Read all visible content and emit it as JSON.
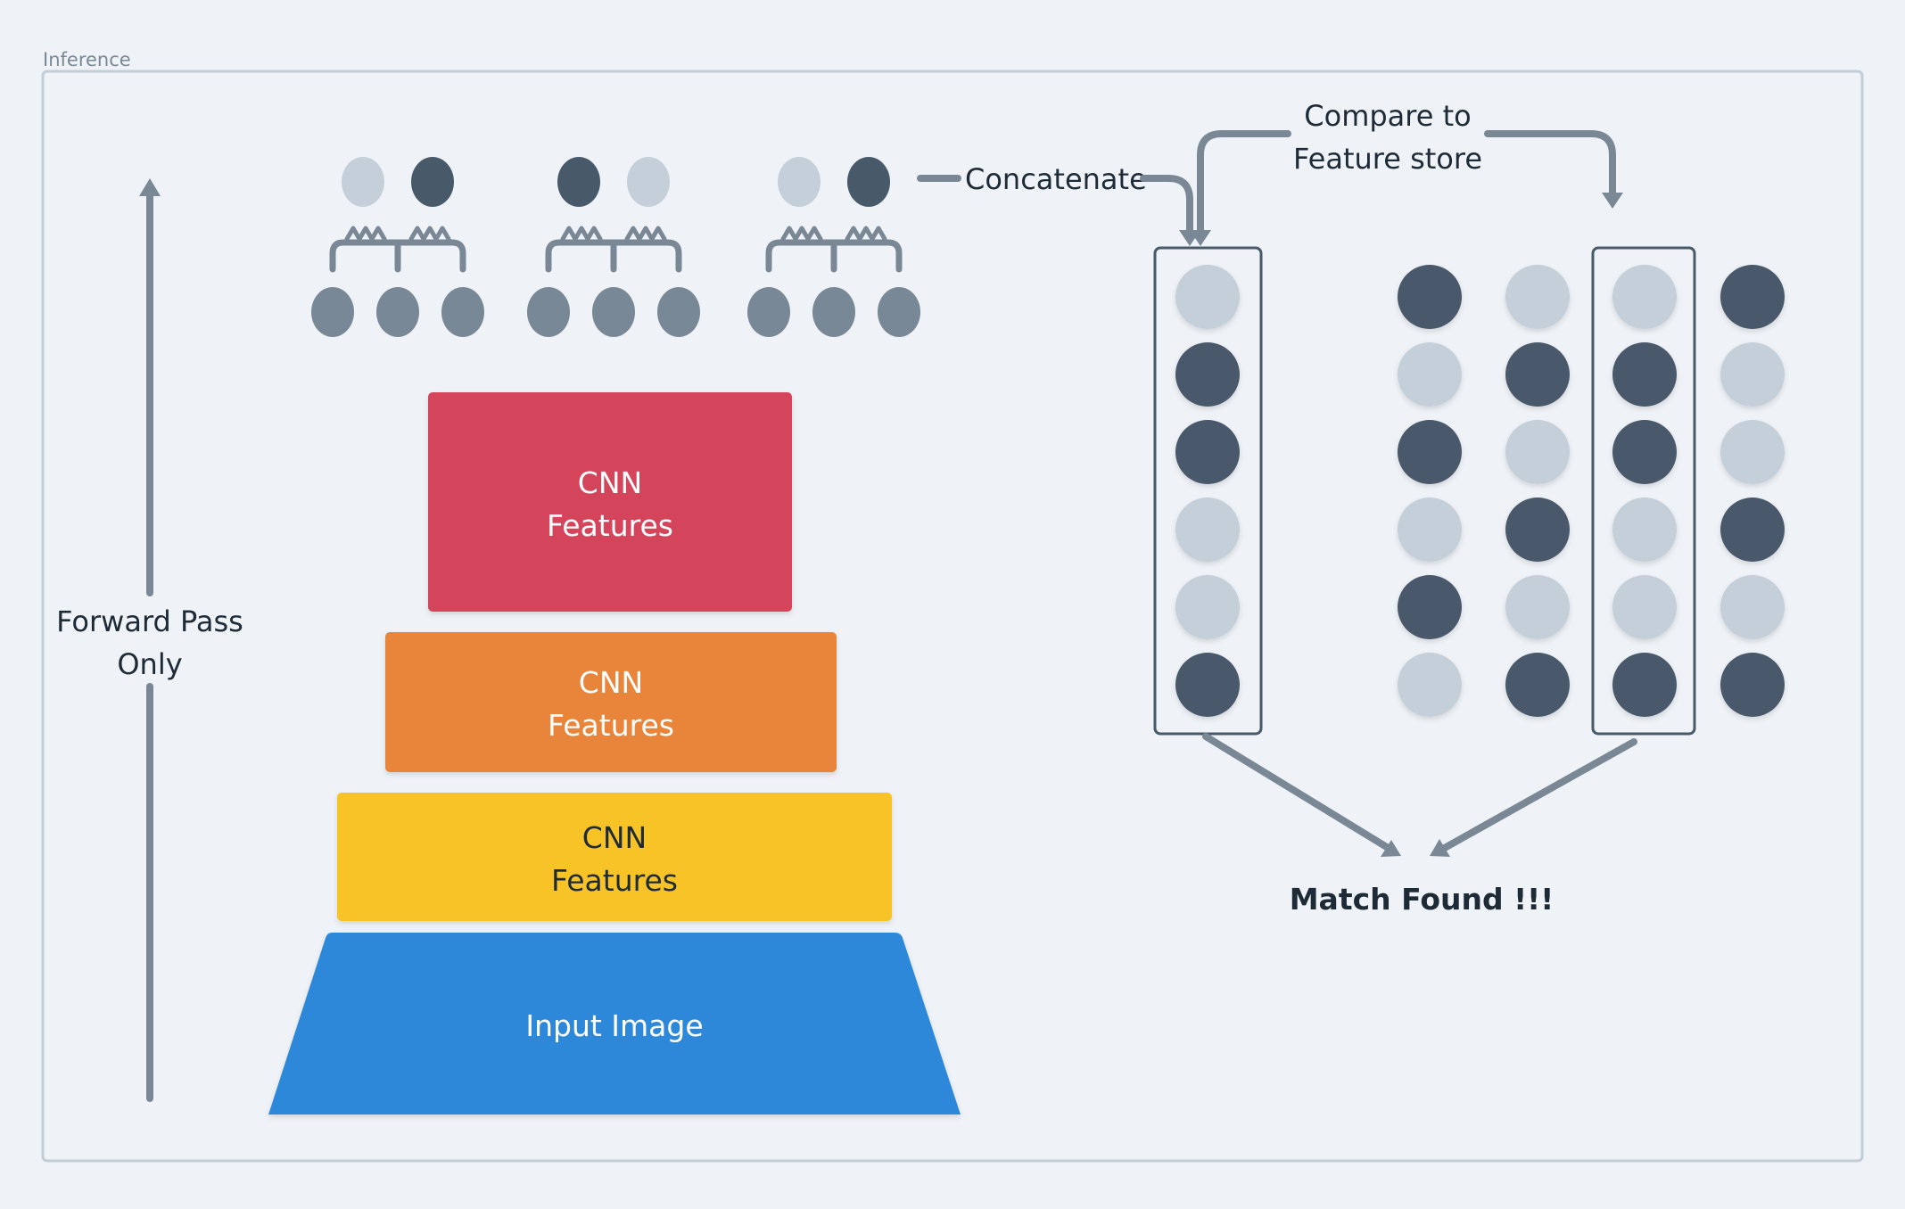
{
  "frame": {
    "label": "Inference"
  },
  "forward_pass": {
    "line1": "Forward Pass",
    "line2": "Only"
  },
  "blocks": [
    {
      "line1": "CNN",
      "line2": "Features",
      "color": "#d4455b"
    },
    {
      "line1": "CNN",
      "line2": "Features",
      "color": "#e8853a"
    },
    {
      "line1": "CNN",
      "line2": "Features",
      "color": "#f7c325"
    }
  ],
  "input_image": {
    "label": "Input Image",
    "color": "#2d88d9"
  },
  "concatenate": {
    "label": "Concatenate"
  },
  "compare": {
    "line1": "Compare to",
    "line2": "Feature store"
  },
  "match": {
    "label": "Match Found !!!"
  },
  "pooling_groups": [
    {
      "top": [
        "light",
        "dark"
      ]
    },
    {
      "top": [
        "dark",
        "light"
      ]
    },
    {
      "top": [
        "light",
        "dark"
      ]
    }
  ],
  "query_vector": [
    "light",
    "dark",
    "dark",
    "light",
    "light",
    "dark"
  ],
  "feature_store": [
    [
      "dark",
      "light",
      "dark",
      "light",
      "dark",
      "light"
    ],
    [
      "light",
      "dark",
      "light",
      "dark",
      "light",
      "dark"
    ],
    [
      "light",
      "dark",
      "dark",
      "light",
      "light",
      "dark"
    ],
    [
      "dark",
      "light",
      "light",
      "dark",
      "light",
      "dark"
    ]
  ],
  "matched_column": 2,
  "colors": {
    "dot_light": "#c4cfd9",
    "dot_dark": "#48596a",
    "dot_mid": "#798896",
    "arrow": "#7a8896",
    "frame": "#c2cdd8"
  }
}
